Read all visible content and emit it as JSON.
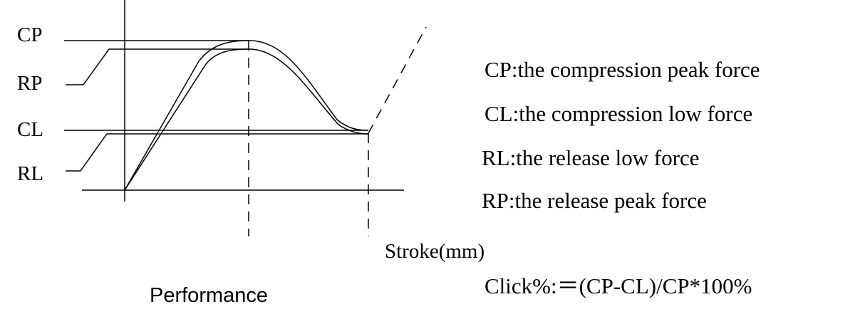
{
  "axis_labels": {
    "cp": "CP",
    "rp": "RP",
    "cl": "CL",
    "rl": "RL"
  },
  "legend": {
    "cp": "CP:the compression peak force",
    "cl": "CL:the compression low force",
    "rl": "RL:the release low force",
    "rp": "RP:the release peak force"
  },
  "x_axis_label": "Stroke(mm)",
  "caption": "Performance",
  "formula": "Click%:＝(CP-CL)/CP*100%",
  "colors": {
    "line": "#000000",
    "background": "#ffffff"
  }
}
